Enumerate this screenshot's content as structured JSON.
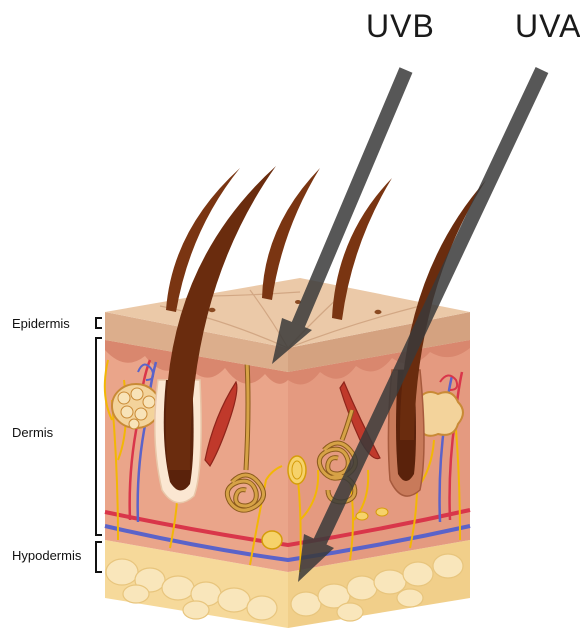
{
  "rays": {
    "uvb": {
      "label": "UVB"
    },
    "uva": {
      "label": "UVA"
    }
  },
  "layers": [
    {
      "key": "epidermis",
      "label": "Epidermis"
    },
    {
      "key": "dermis",
      "label": "Dermis"
    },
    {
      "key": "hypodermis",
      "label": "Hypodermis"
    }
  ],
  "colors": {
    "arrow": "#3a3a3a",
    "epidermis_top": "#e9c6a4",
    "epidermis_side": "#dcae8c",
    "dermis": "#e9a287",
    "dermis_dark": "#d98c72",
    "hypodermis": "#f6d99a",
    "fat": "#f8e2b0",
    "hair": "#7a3512",
    "nerve": "#f2b705",
    "artery": "#d9364a",
    "vein": "#5b63c9",
    "gland": "#c98a36"
  }
}
